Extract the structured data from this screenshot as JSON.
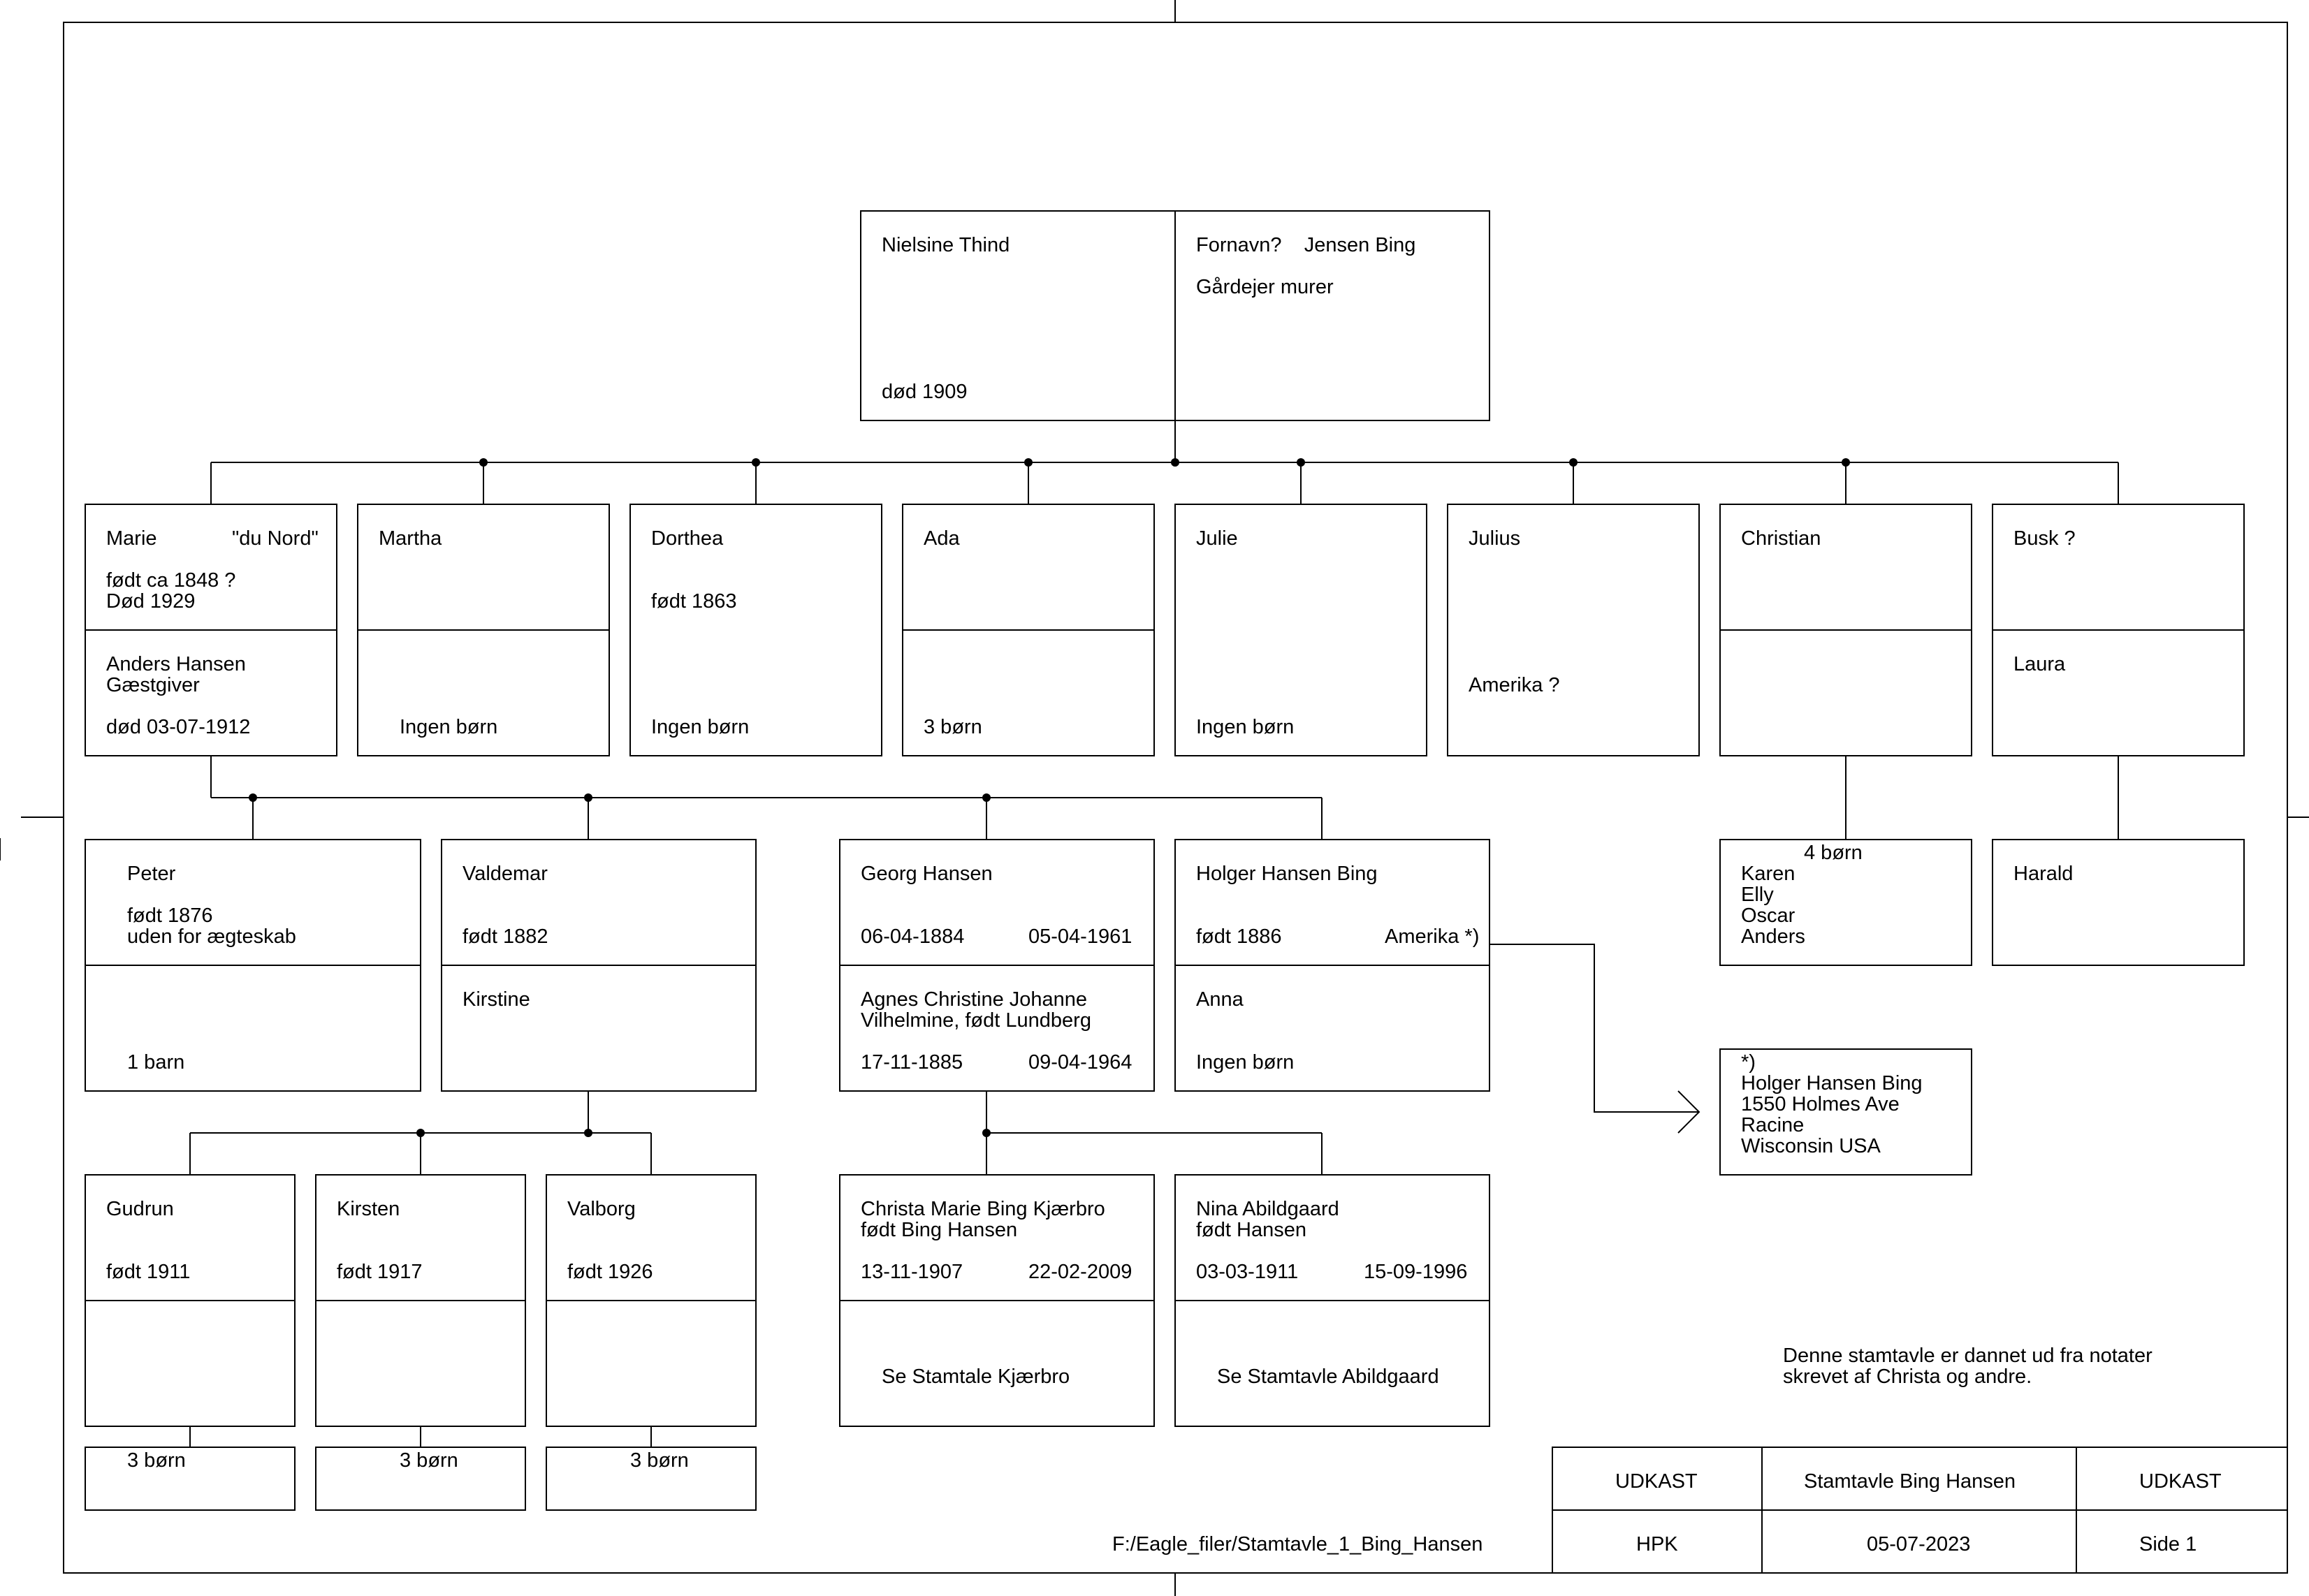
{
  "root": {
    "left": {
      "name": "Nielsine Thind",
      "died": "død 1909"
    },
    "right": {
      "name": "Fornavn?    Jensen Bing",
      "occupation": "Gårdejer murer"
    }
  },
  "children": [
    {
      "name": "Marie",
      "nickname": "\"du Nord\"",
      "born": "født ca 1848 ?",
      "died": "Død 1929",
      "spouse": "Anders Hansen",
      "spouse_occupation": "Gæstgiver",
      "spouse_died": "død 03-07-1912"
    },
    {
      "name": "Martha",
      "note": "Ingen børn"
    },
    {
      "name": "Dorthea",
      "born": "født 1863",
      "note": "Ingen børn"
    },
    {
      "name": "Ada",
      "note": "3 børn"
    },
    {
      "name": "Julie",
      "note": "Ingen børn"
    },
    {
      "name": "Julius",
      "note": "Amerika ?"
    },
    {
      "name": "Christian"
    },
    {
      "name": "Busk ?",
      "spouse": "Laura"
    }
  ],
  "grandchildren": {
    "peter": {
      "name": "Peter",
      "born": "født 1876",
      "note": "uden for ægteskab",
      "children": "1 barn"
    },
    "valdemar": {
      "name": "Valdemar",
      "born": "født 1882",
      "spouse": "Kirstine"
    },
    "georg": {
      "name": "Georg Hansen",
      "born": "06-04-1884",
      "died": "05-04-1961",
      "spouse_line1": "Agnes Christine Johanne",
      "spouse_line2": "Vilhelmine, født Lundberg",
      "spouse_born": "17-11-1885",
      "spouse_died": "09-04-1964"
    },
    "holger": {
      "name": "Holger Hansen Bing",
      "born": "født 1886",
      "note": "Amerika *)",
      "spouse": "Anna",
      "children": "Ingen børn"
    },
    "christian_children": {
      "count": "4 børn",
      "names": [
        "Karen",
        "Elly",
        "Oscar",
        "Anders"
      ]
    },
    "busk_children": {
      "name": "Harald"
    }
  },
  "great_grandchildren": {
    "gudrun": {
      "name": "Gudrun",
      "born": "født 1911",
      "children": "3 børn"
    },
    "kirsten": {
      "name": "Kirsten",
      "born": "født 1917",
      "children": "3 børn"
    },
    "valborg": {
      "name": "Valborg",
      "born": "født 1926",
      "children": "3 børn"
    },
    "christa": {
      "name_line1": "Christa Marie Bing Kjærbro",
      "name_line2": "født Bing Hansen",
      "born": "13-11-1907",
      "died": "22-02-2009",
      "note": "Se Stamtale Kjærbro"
    },
    "nina": {
      "name_line1": "Nina Abildgaard",
      "name_line2": "født Hansen",
      "born": "03-03-1911",
      "died": "15-09-1996",
      "note": "Se Stamtavle Abildgaard"
    }
  },
  "address_note": {
    "marker": "*)",
    "lines": [
      "Holger Hansen Bing",
      "1550 Holmes Ave",
      "Racine",
      "Wisconsin USA"
    ]
  },
  "remark": {
    "line1": "Denne stamtavle er dannet ud fra notater",
    "line2": "skrevet af Christa og andre."
  },
  "file_path": "F:/Eagle_filer/Stamtavle_1_Bing_Hansen",
  "title_block": {
    "draft_left": "UDKAST",
    "title": "Stamtavle Bing Hansen",
    "draft_right": "UDKAST",
    "author": "HPK",
    "date": "05-07-2023",
    "page": "Side 1"
  }
}
